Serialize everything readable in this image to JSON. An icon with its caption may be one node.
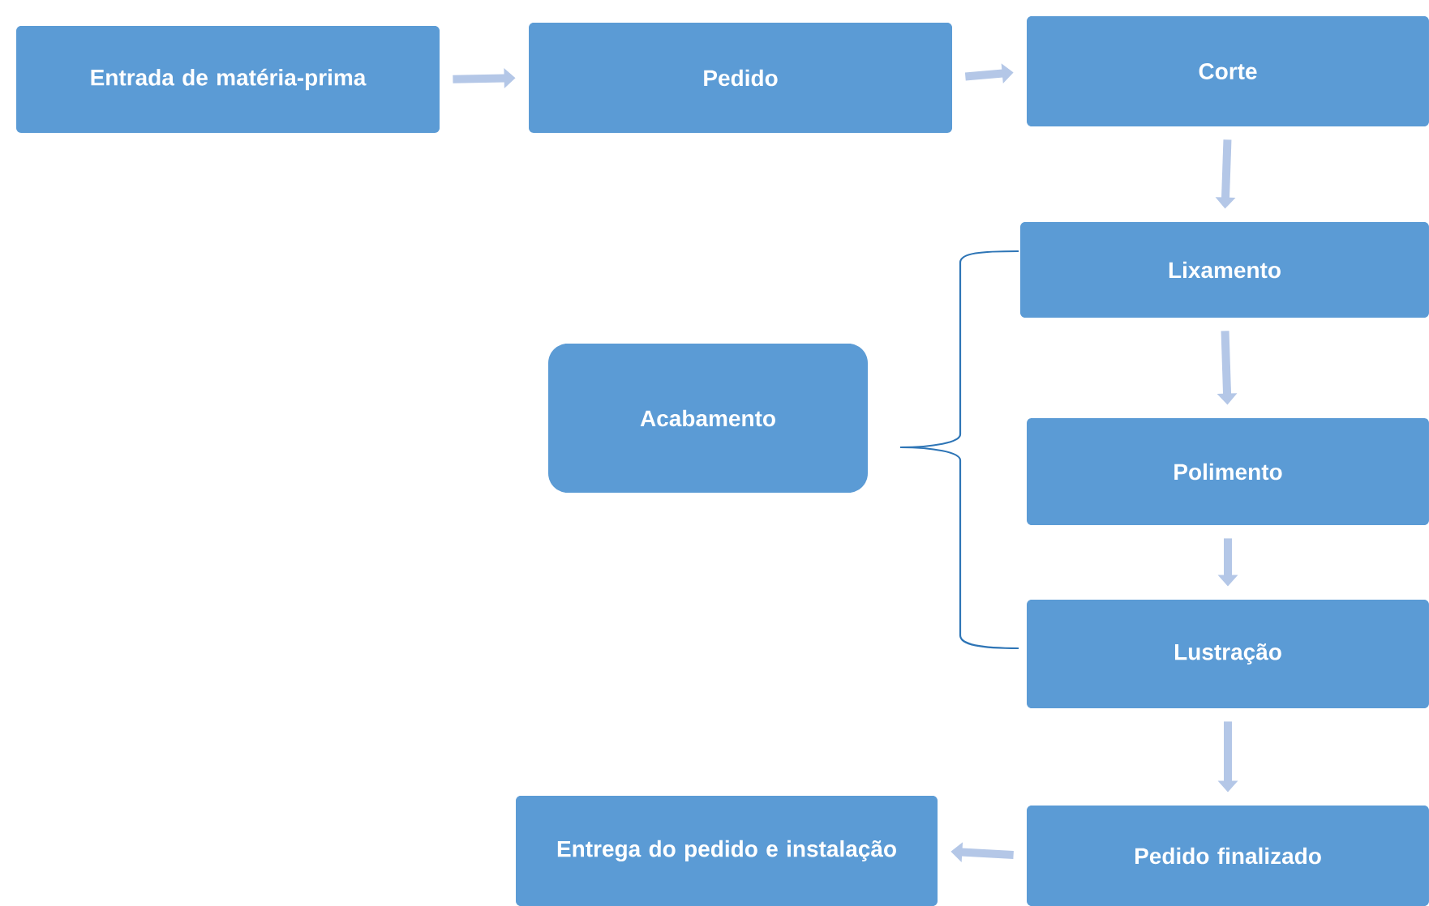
{
  "diagram": {
    "nodes": [
      {
        "text": [
          "Entrada de matéria-prima"
        ]
      },
      {
        "text": [
          "Pedido"
        ]
      },
      {
        "text": [
          "Corte"
        ]
      },
      {
        "text": [
          "Acabamento"
        ]
      },
      {
        "text": [
          "Lixamento"
        ]
      },
      {
        "text": [
          "Polimento"
        ]
      },
      {
        "text": [
          "Lustração"
        ]
      },
      {
        "text": [
          "Pedido finalizado"
        ]
      },
      {
        "text": [
          "Entrega do pedido e instalação"
        ]
      }
    ],
    "edges": [
      {
        "from": 0,
        "to": 1,
        "arrow": "to"
      },
      {
        "from": 1,
        "to": 2,
        "arrow": "to"
      },
      {
        "from": 2,
        "to": 4,
        "arrow": "to"
      },
      {
        "from": 4,
        "to": 5,
        "arrow": "to"
      },
      {
        "from": 5,
        "to": 6,
        "arrow": "to"
      },
      {
        "from": 6,
        "to": 7,
        "arrow": "to"
      },
      {
        "from": 7,
        "to": 8,
        "arrow": "to"
      }
    ]
  }
}
